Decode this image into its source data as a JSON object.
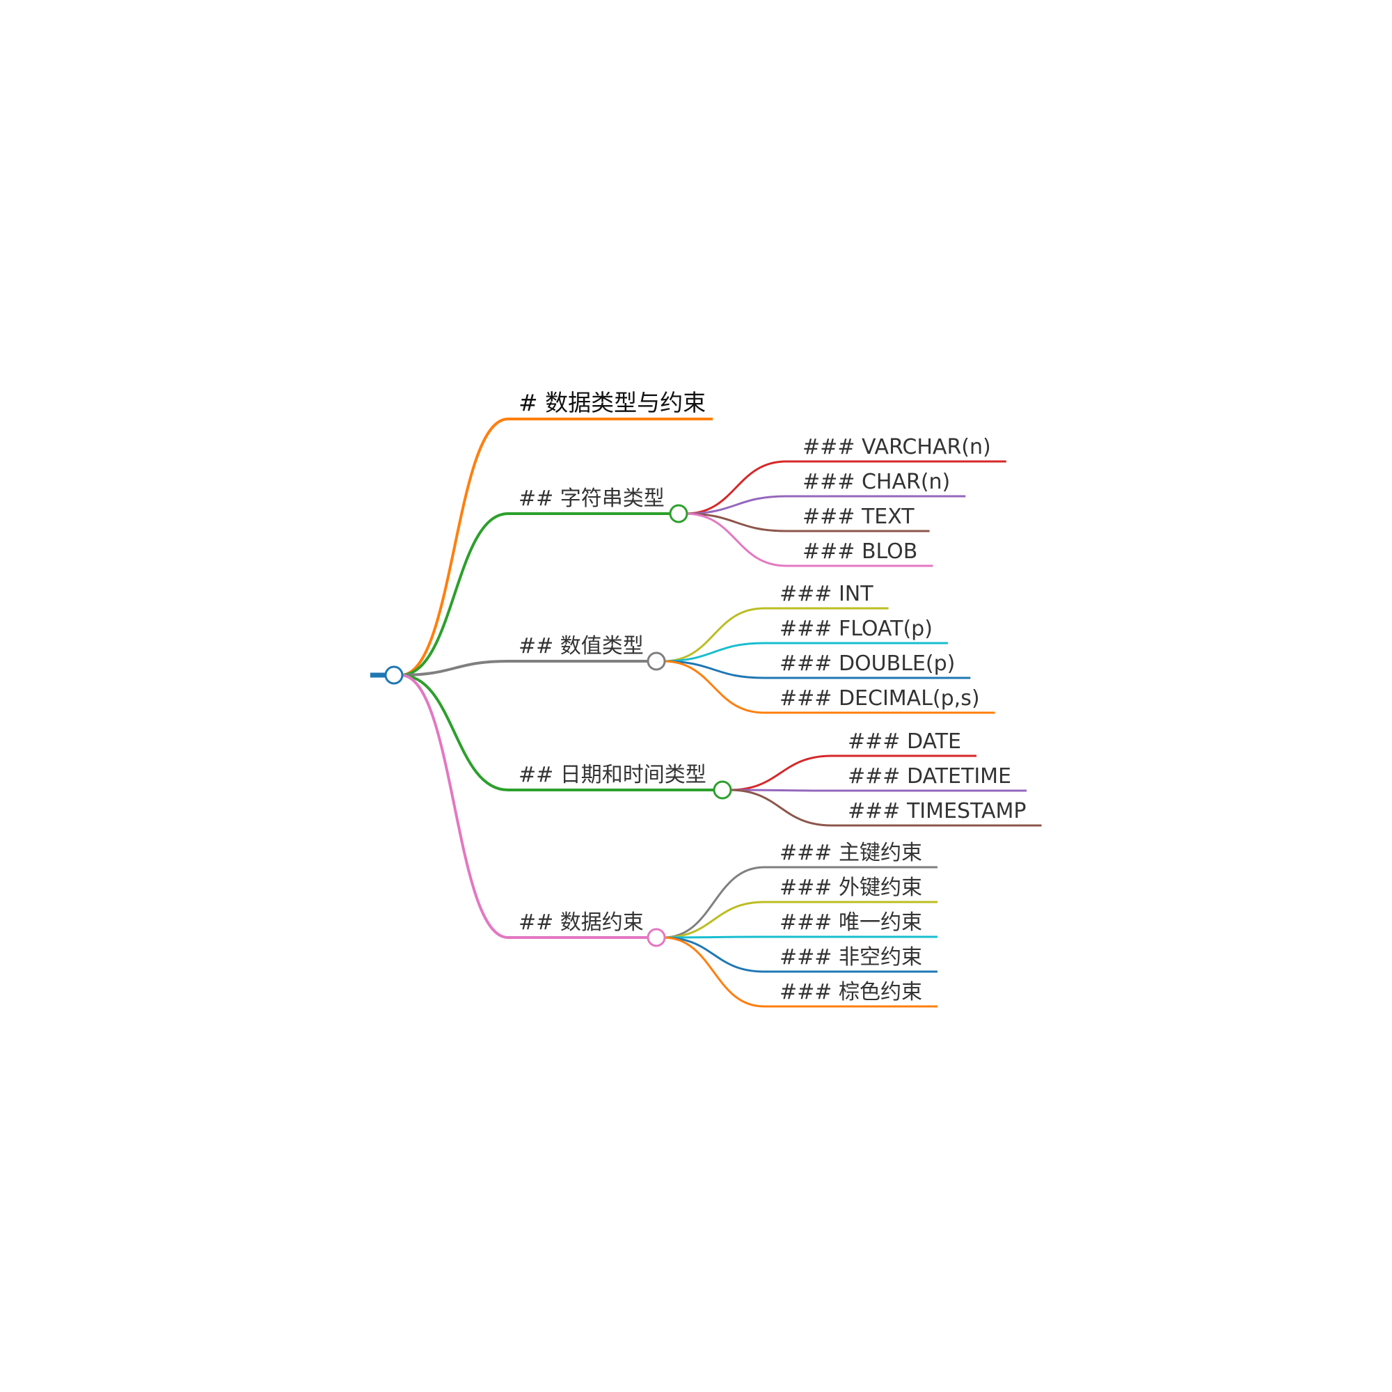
{
  "root": {
    "color": "#1f77b4",
    "children": [
      {
        "label": "# 数据类型与约束",
        "color": "#ff7f0e",
        "children": []
      },
      {
        "label": "## 字符串类型",
        "color": "#2ca02c",
        "children": [
          {
            "label": "### VARCHAR(n)",
            "color": "#d62728"
          },
          {
            "label": "### CHAR(n)",
            "color": "#9467bd"
          },
          {
            "label": "### TEXT",
            "color": "#8c564b"
          },
          {
            "label": "### BLOB",
            "color": "#e377c2"
          }
        ]
      },
      {
        "label": "## 数值类型",
        "color": "#7f7f7f",
        "children": [
          {
            "label": "### INT",
            "color": "#bcbd22"
          },
          {
            "label": "### FLOAT(p)",
            "color": "#17becf"
          },
          {
            "label": "### DOUBLE(p)",
            "color": "#1f77b4"
          },
          {
            "label": "### DECIMAL(p,s)",
            "color": "#ff7f0e"
          }
        ]
      },
      {
        "label": "## 日期和时间类型",
        "color": "#2ca02c",
        "children": [
          {
            "label": "### DATE",
            "color": "#d62728"
          },
          {
            "label": "### DATETIME",
            "color": "#9467bd"
          },
          {
            "label": "### TIMESTAMP",
            "color": "#8c564b"
          }
        ]
      },
      {
        "label": "## 数据约束",
        "color": "#e377c2",
        "children": [
          {
            "label": "### 主键约束",
            "color": "#7f7f7f"
          },
          {
            "label": "### 外键约束",
            "color": "#bcbd22"
          },
          {
            "label": "### 唯一约束",
            "color": "#17becf"
          },
          {
            "label": "### 非空约束",
            "color": "#1f77b4"
          },
          {
            "label": "### 棕色约束",
            "color": "#ff7f0e"
          }
        ]
      }
    ]
  }
}
